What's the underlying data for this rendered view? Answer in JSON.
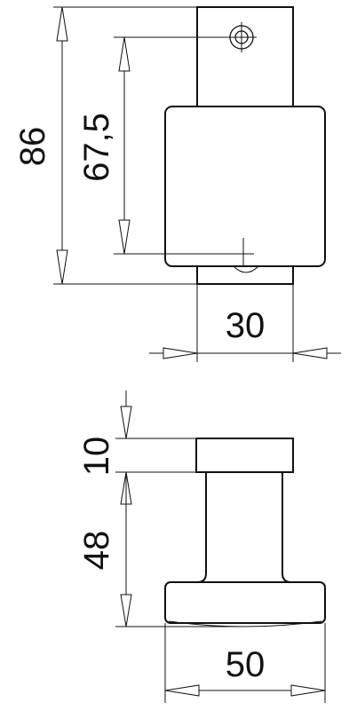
{
  "top_view": {
    "height_overall": "86",
    "height_hole_to_center": "67,5",
    "plate_width": "30"
  },
  "side_view": {
    "cap_height": "10",
    "stem_height": "48",
    "base_width": "50"
  }
}
